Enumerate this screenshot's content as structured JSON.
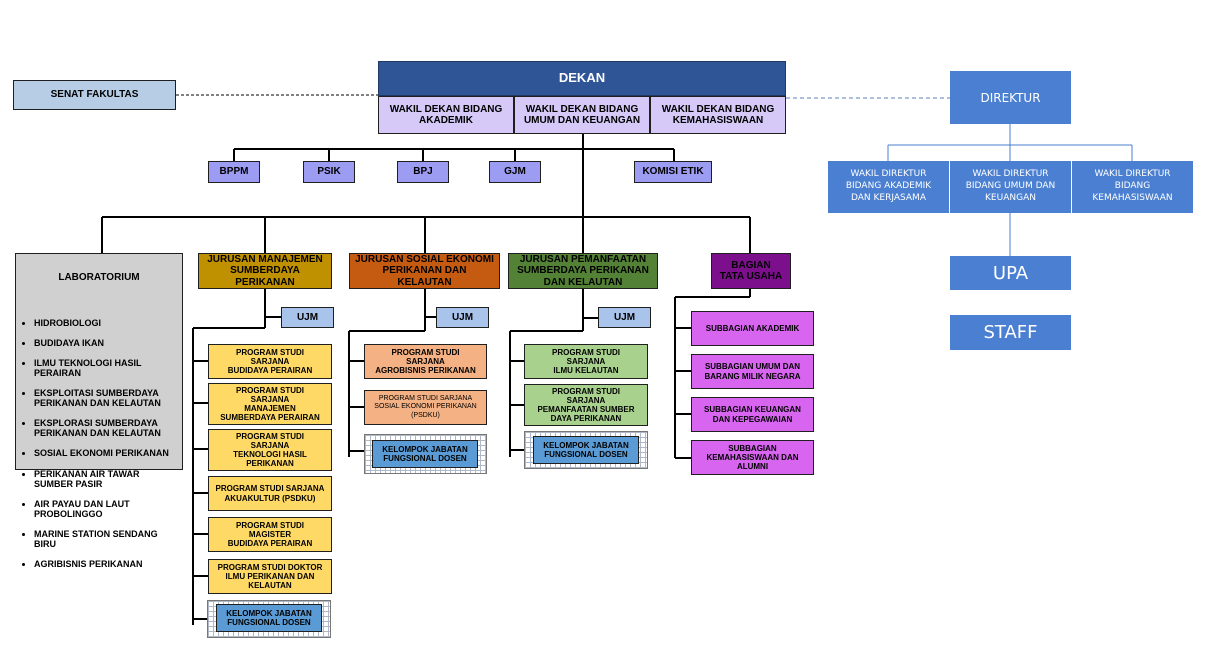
{
  "left": {
    "senat": "SENAT FAKULTAS",
    "dekan": "DEKAN",
    "wakil": [
      "WAKIL DEKAN BIDANG\nAKADEMIK",
      "WAKIL DEKAN BIDANG\nUMUM DAN KEUANGAN",
      "WAKIL DEKAN BIDANG\nKEMAHASISWAAN"
    ],
    "units": [
      "BPPM",
      "PSIK",
      "BPJ",
      "GJM",
      "KOMISI ETIK"
    ],
    "laboratorium": {
      "title": "LABORATORIUM",
      "items": [
        "HIDROBIOLOGI",
        "BUDIDAYA IKAN",
        "ILMU TEKNOLOGI HASIL\nPERAIRAN",
        "EKSPLOITASI SUMBERDAYA\nPERIKANAN DAN KELAUTAN",
        "EKSPLORASI SUMBERDAYA\nPERIKANAN DAN KELAUTAN",
        "SOSIAL EKONOMI PERIKANAN",
        "PERIKANAN AIR TAWAR\nSUMBER PASIR",
        "AIR PAYAU DAN LAUT\nPROBOLINGGO",
        "MARINE STATION SENDANG\nBIRU",
        "AGRIBISNIS PERIKANAN"
      ]
    },
    "jurusan": [
      "JURUSAN MANAJEMEN\nSUMBERDAYA\nPERIKANAN",
      "JURUSAN SOSIAL EKONOMI\nPERIKANAN DAN\nKELAUTAN",
      "JURUSAN PEMANFAATAN\nSUMBERDAYA PERIKANAN\nDAN KELAUTAN"
    ],
    "bagian": "BAGIAN\nTATA USAHA",
    "ujm": "UJM",
    "msp": [
      "PROGRAM STUDI\nSARJANA\nBUDIDAYA PERAIRAN",
      "PROGRAM STUDI\nSARJANA\nMANAJEMEN\nSUMBERDAYA PERAIRAN",
      "PROGRAM STUDI\nSARJANA\nTEKNOLOGI HASIL\nPERIKANAN",
      "PROGRAM STUDI SARJANA\nAKUAKULTUR (PSDKU)",
      "PROGRAM STUDI\nMAGISTER\nBUDIDAYA PERAIRAN",
      "PROGRAM STUDI DOKTOR\nILMU PERIKANAN DAN\nKELAUTAN"
    ],
    "sep": [
      "PROGRAM STUDI\nSARJANA\nAGROBISNIS PERIKANAN",
      "PROGRAM STUDI SARJANA\nSOSIAL EKONOMI PERIKANAN\n(PSDKU)"
    ],
    "psp": [
      "PROGRAM STUDI\nSARJANA\nILMU KELAUTAN",
      "PROGRAM STUDI\nSARJANA\nPEMANFAATAN SUMBER\nDAYA PERIKANAN"
    ],
    "kjf": "KELOMPOK JABATAN\nFUNGSIONAL DOSEN",
    "subbagian": [
      "SUBBAGIAN AKADEMIK",
      "SUBBAGIAN UMUM DAN\nBARANG MILIK NEGARA",
      "SUBBAGIAN KEUANGAN\nDAN KEPEGAWAIAN",
      "SUBBAGIAN\nKEMAHASISWAAN DAN\nALUMNI"
    ]
  },
  "right": {
    "direktur": "DIREKTUR",
    "wakil": [
      "WAKIL DIREKTUR\nBIDANG AKADEMIK\nDAN KERJASAMA",
      "WAKIL DIREKTUR\nBIDANG UMUM DAN\nKEUANGAN",
      "WAKIL DIREKTUR\nBIDANG\nKEMAHASISWAAN"
    ],
    "upa": "UPA",
    "staff": "STAFF"
  },
  "colors": {
    "dekan": "#2f5597",
    "wakil_dekan": "#d6c9f7",
    "unit": "#9c9cf2",
    "jurusan_msp": "#bf9000",
    "jurusan_sep": "#c55a11",
    "jurusan_psp": "#538135",
    "bagian_tu": "#7b0f8c",
    "right_boxes": "#4a7fd1"
  }
}
